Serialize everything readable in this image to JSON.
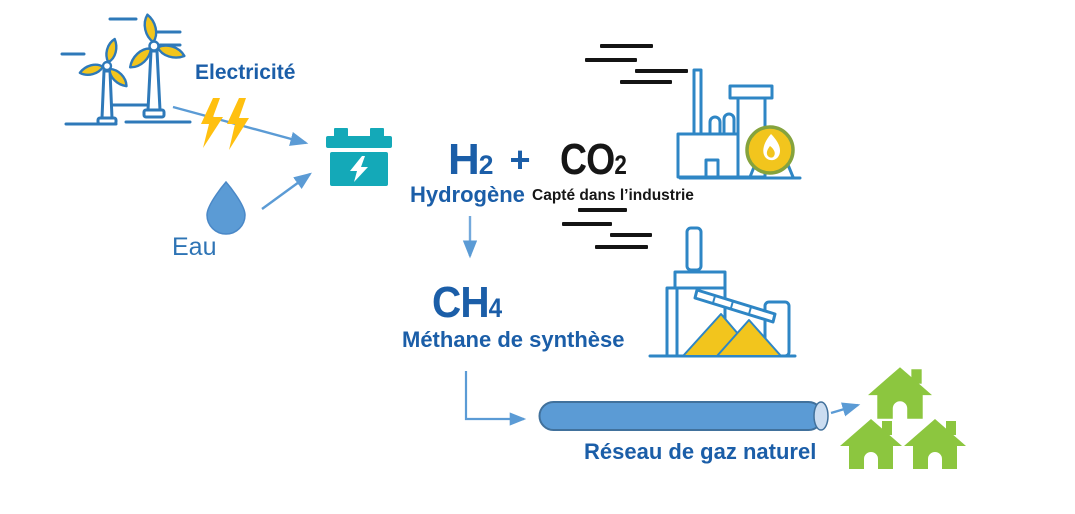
{
  "diagram": {
    "title_meaning": "Power-to-gas process",
    "electricity_label": "Electricité",
    "water_label": "Eau",
    "h2_symbol": "H",
    "h2_sub": "2",
    "plus_sign": "+",
    "h2_caption": "Hydrogène",
    "co2_symbol": "CO",
    "co2_sub": "2",
    "co2_caption": "Capté dans l’industrie",
    "ch4_symbol": "CH",
    "ch4_sub": "4",
    "ch4_caption": "Méthane de synthèse",
    "network_label": "Réseau de gaz naturel"
  },
  "icons": {
    "wind_turbines": "two wind turbines with yellow blades",
    "lightning_bolts": "two yellow lightning bolts",
    "water_drop": "blue water drop",
    "electrolyzer_battery": "teal battery with white lightning bolt",
    "industry_factory": "blue factory with yellow flame circle",
    "smoke_lines": "black dashes of captured CO2 flue gas",
    "methanation_plant": "blue plant with conveyor and yellow piles",
    "gas_pipe": "blue pipeline cylinder",
    "houses": "three green houses"
  },
  "colors": {
    "label_blue": "#1B5EA8",
    "text_blue": "#2E74B5",
    "text_black": "#161616",
    "arrow_blue": "#5B9BD5",
    "battery_teal": "#14A9B8",
    "bolt_yellow": "#FFC010",
    "icon_outline_blue": "#2E86C5",
    "icon_yellow": "#F2C51D",
    "house_green": "#8CC63F",
    "pipe_fill": "#5B9BD5",
    "pipe_stroke": "#41719C"
  }
}
